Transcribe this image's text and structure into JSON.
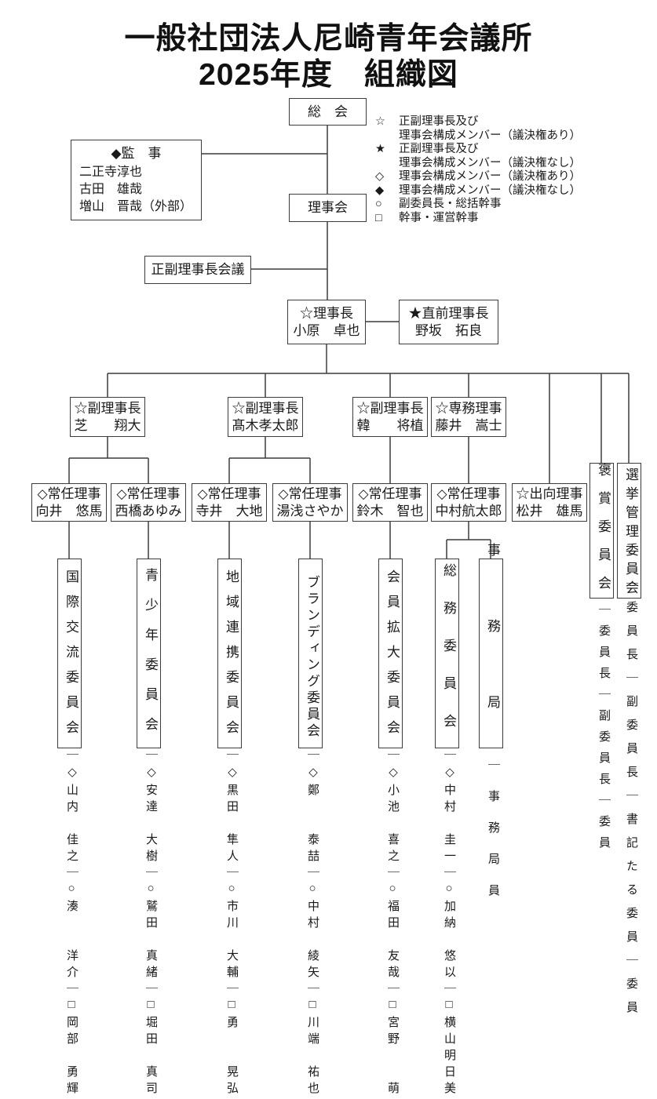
{
  "title": {
    "line1": "一般社団法人尼崎青年会議所",
    "line2": "2025年度　組織図"
  },
  "legend": {
    "items": [
      {
        "symbol": "☆",
        "line1": "正副理事長及び",
        "line2": "理事会構成メンバー（議決権あり）"
      },
      {
        "symbol": "★",
        "line1": "正副理事長及び",
        "line2": "理事会構成メンバー（議決権なし）"
      },
      {
        "symbol": "◇",
        "line1": "理事会構成メンバー（議決権あり）"
      },
      {
        "symbol": "◆",
        "line1": "理事会構成メンバー（議決権なし）"
      },
      {
        "symbol": "○",
        "line1": "副委員長・総括幹事"
      },
      {
        "symbol": "□",
        "line1": "幹事・運営幹事"
      }
    ]
  },
  "org": {
    "general_assembly": "総　会",
    "board": "理事会",
    "officers_meeting": "正副理事長会議",
    "auditors": {
      "title": "◆監　事",
      "members": [
        "二正寺淳也",
        "古田　雄哉",
        "増山　晋哉（外部）"
      ]
    },
    "chairman": {
      "title": "☆理事長",
      "name": "小原　卓也"
    },
    "immediate_past_chairman": {
      "title": "★直前理事長",
      "name": "野坂　拓良"
    },
    "vice_chairmen": [
      {
        "title": "☆副理事長",
        "name": "芝　　翔大"
      },
      {
        "title": "☆副理事長",
        "name": "髙木孝太郎"
      },
      {
        "title": "☆副理事長",
        "name": "韓　　将植"
      },
      {
        "title": "☆専務理事",
        "name": "藤井　嵩士"
      }
    ],
    "directors": [
      {
        "title": "◇常任理事",
        "name": "向井　悠馬"
      },
      {
        "title": "◇常任理事",
        "name": "西橋あゆみ"
      },
      {
        "title": "◇常任理事",
        "name": "寺井　大地"
      },
      {
        "title": "◇常任理事",
        "name": "湯浅さやか"
      },
      {
        "title": "◇常任理事",
        "name": "鈴木　智也"
      },
      {
        "title": "◇常任理事",
        "name": "中村航太郎"
      },
      {
        "title": "☆出向理事",
        "name": "松井　雄馬"
      }
    ],
    "committees": [
      {
        "name": "国際交流委員会",
        "members": "｜◇山内　佳之｜○湊　　洋介｜□岡部　勇輝"
      },
      {
        "name": "青少年委員会",
        "members": "｜◇安達　大樹｜○鷲田　真緒｜□堀田　真司"
      },
      {
        "name": "地域連携委員会",
        "members": "｜◇黒田　隼人｜○市川　大輔｜□勇　　晃弘"
      },
      {
        "name": "ブランディング委員会",
        "members": "｜◇鄭　　泰喆｜○中村　綾矢｜□川端　祐也"
      },
      {
        "name": "会員拡大委員会",
        "members": "｜◇小池　喜之｜○福田　友哉｜□宮野　　萌"
      },
      {
        "name": "総務委員会",
        "members": "｜◇中村　圭一｜○加納　悠以｜□横山明日美"
      },
      {
        "name": "事務局",
        "members": "｜事務局員"
      },
      {
        "name": "褒賞委員会",
        "members": "｜委員長｜副委員長｜委員"
      },
      {
        "name": "選挙管理委員会",
        "members": "｜委員長｜副委員長｜書記たる委員｜委員"
      }
    ]
  },
  "colors": {
    "line": "#3c3c3c",
    "text": "#1a1a1a",
    "background": "#ffffff"
  }
}
